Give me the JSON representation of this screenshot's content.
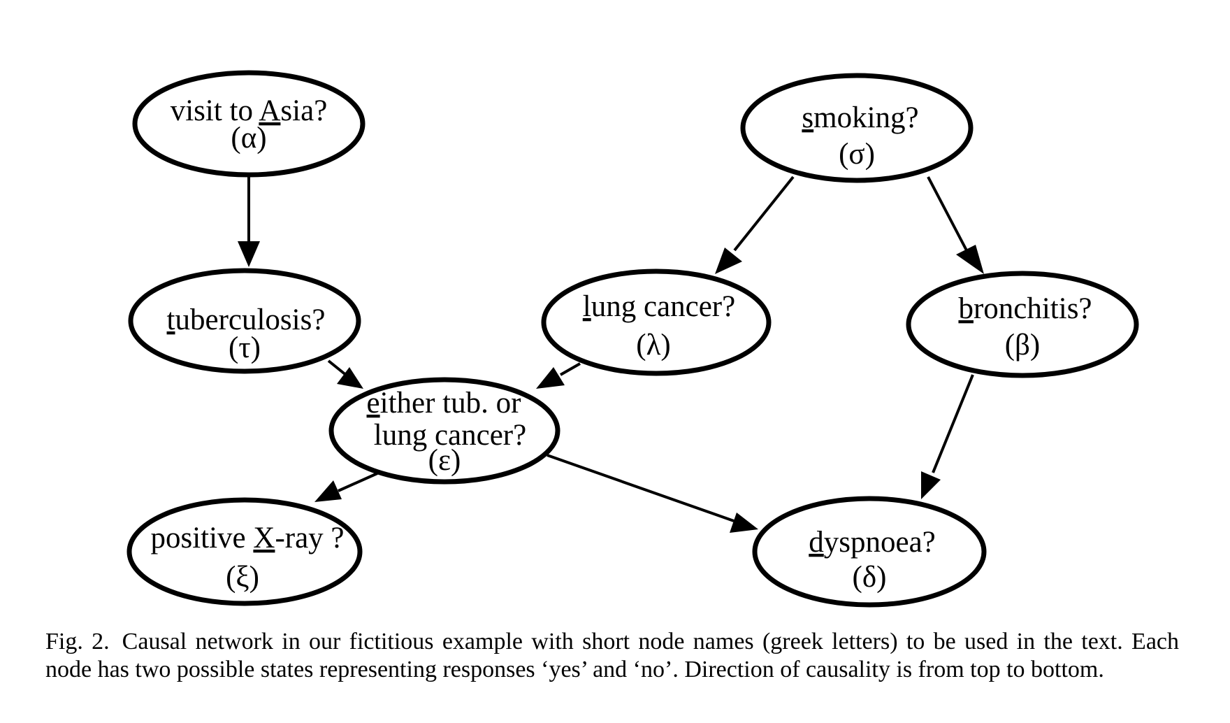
{
  "diagram": {
    "nodes": {
      "asia": {
        "pre": "visit to ",
        "key": "A",
        "post": "sia?",
        "symbol": "(α)"
      },
      "tuberculosis": {
        "pre": "",
        "key": "t",
        "post": "uberculosis?",
        "symbol": "(τ)"
      },
      "smoking": {
        "pre": "",
        "key": "s",
        "post": "moking?",
        "symbol": "(σ)"
      },
      "lung_cancer": {
        "pre": "",
        "key": "l",
        "post": "ung cancer?",
        "symbol": "(λ)"
      },
      "bronchitis": {
        "pre": "",
        "key": "b",
        "post": "ronchitis?",
        "symbol": "(β)"
      },
      "either": {
        "pre": "",
        "key": "e",
        "post": "ither tub. or",
        "line2": "lung cancer?",
        "symbol": "(ε)"
      },
      "xray": {
        "pre": "positive ",
        "key": "X",
        "post": "-ray ?",
        "symbol": "(ξ)"
      },
      "dyspnoea": {
        "pre": "",
        "key": "d",
        "post": "yspnoea?",
        "symbol": "(δ)"
      }
    },
    "edges": [
      {
        "from": "asia",
        "to": "tuberculosis"
      },
      {
        "from": "smoking",
        "to": "lung_cancer"
      },
      {
        "from": "smoking",
        "to": "bronchitis"
      },
      {
        "from": "tuberculosis",
        "to": "either"
      },
      {
        "from": "lung_cancer",
        "to": "either"
      },
      {
        "from": "either",
        "to": "xray"
      },
      {
        "from": "either",
        "to": "dyspnoea"
      },
      {
        "from": "bronchitis",
        "to": "dyspnoea"
      }
    ],
    "highlight_color": "#fcf447"
  },
  "caption": {
    "label": "Fig. 2.",
    "text": "Causal network in our fictitious example with short node names (greek letters) to be used in the text. Each node has two possible states representing responses ‘yes’ and ‘no’. Direction of causality is from top to bottom."
  }
}
